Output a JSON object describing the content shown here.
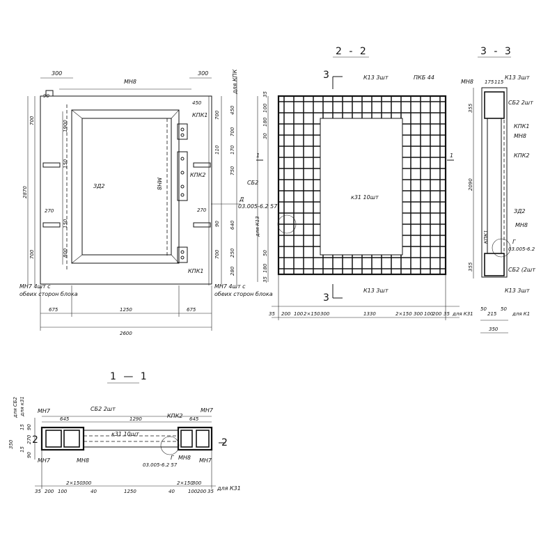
{
  "views": {
    "front": {
      "top_dims": [
        "300",
        "МН8",
        "300",
        "для КПК"
      ],
      "frame": [
        "КПК1",
        "КПК2",
        "КПК1",
        "ЗД2",
        "МН8",
        "90"
      ],
      "left_dims": [
        "2870",
        "700",
        "1900",
        "150",
        "270",
        "150",
        "700",
        "800",
        "90"
      ],
      "right_dims": [
        "450",
        "700",
        "450",
        "700",
        "170",
        "110",
        "750",
        "640",
        "270",
        "700",
        "250",
        "280",
        "90"
      ],
      "bottom_dims": [
        "675",
        "1250",
        "675",
        "2600"
      ],
      "notes": [
        "МН7  4шт с",
        "обеих сторон блока",
        "МН7  4шт с",
        "обеих сторон блока"
      ]
    },
    "section22": {
      "title": "2 - 2",
      "cut": "3",
      "labels": [
        "К13  3шт",
        "ПКБ 44",
        "СБ2",
        "к31  10шт",
        "03.005-6.2  57",
        "Д",
        "для К13",
        "К13  3шт"
      ],
      "left_dims": [
        "35",
        "100",
        "180",
        "30",
        "50",
        "180",
        "35"
      ],
      "arrows": [
        "1",
        "1"
      ],
      "bottom_dims": [
        "35",
        "200",
        "100",
        "2×150",
        "300",
        "1330",
        "2×150",
        "300",
        "100",
        "200",
        "35",
        "для К31"
      ]
    },
    "section33": {
      "title": "3 - 3",
      "labels": [
        "МН8",
        "К13  3шт",
        "СБ2  2шт",
        "КПК1",
        "МН8",
        "КПК2",
        "ЗД2",
        "МН8",
        "Г",
        "03.005-6.2",
        "СБ2 (2шт",
        "К13  3шт",
        "КПК1"
      ],
      "dims": [
        "355",
        "2090",
        "355",
        "215",
        "50",
        "50",
        "350",
        "для К1",
        "175",
        "115"
      ]
    },
    "section11": {
      "title": "1 — 1",
      "labels": [
        "МН7",
        "СБ2  2шт",
        "КПК2",
        "МН7",
        "к31  10шт",
        "МН7",
        "МН8",
        "Г",
        "03.005-6.2  57",
        "МН8",
        "МН7",
        "2"
      ],
      "left_dims": [
        "для к31",
        "для СБ2",
        "90",
        "270",
        "350",
        "15",
        "15",
        "90"
      ],
      "top_dims": [
        "645",
        "1290",
        "645"
      ],
      "bottom_dims": [
        "35",
        "200",
        "100",
        "2×150",
        "300",
        "40",
        "1250",
        "40",
        "2×150",
        "300",
        "100",
        "200",
        "35",
        "для К31"
      ]
    }
  }
}
